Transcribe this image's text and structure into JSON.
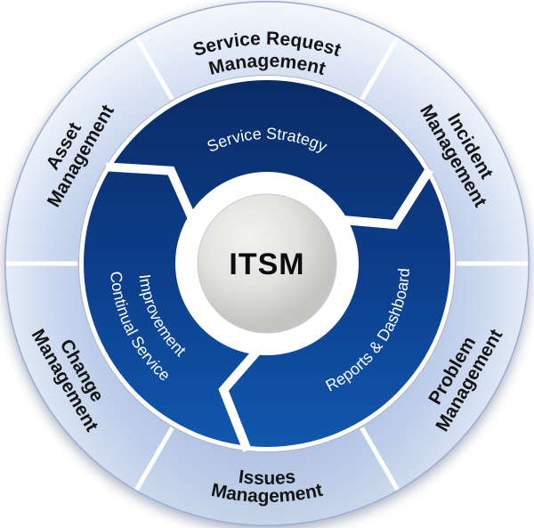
{
  "diagram": {
    "center_label": "ITSM",
    "inner_ring": {
      "segments": [
        {
          "label": "Service Strategy",
          "lines": [
            "Service Strategy"
          ],
          "start": -58,
          "end": 58,
          "text_arc": "cw",
          "line_radii": [
            140
          ]
        },
        {
          "label": "Reports & Dashboard",
          "lines": [
            "Reports & Dashboard"
          ],
          "start": 62,
          "end": 184,
          "text_arc": "ccw",
          "line_radii": [
            160
          ]
        },
        {
          "label": "Continual Service Improvement",
          "lines": [
            "Continual Service",
            "Improvement"
          ],
          "start": 188,
          "end": 300,
          "text_arc": "ccw",
          "line_radii": [
            176,
            144
          ]
        }
      ]
    },
    "outer_ring": {
      "segments": [
        {
          "label": "Service Request Management",
          "lines": [
            "Service Request",
            "Management"
          ],
          "angle": 0,
          "text_style": "arc-top",
          "line_radii": [
            246,
            221
          ]
        },
        {
          "label": "Incident Management",
          "lines": [
            "Incident",
            "Management"
          ],
          "angle": 60,
          "text_style": "rotated"
        },
        {
          "label": "Problem Management",
          "lines": [
            "Problem",
            "Management"
          ],
          "angle": 120,
          "text_style": "rotated"
        },
        {
          "label": "Issues Management",
          "lines": [
            "Issues",
            "Management"
          ],
          "angle": 180,
          "text_style": "arc-bottom",
          "line_radii": [
            248,
            268
          ]
        },
        {
          "label": "Change Management",
          "lines": [
            "Change",
            "Management"
          ],
          "angle": 240,
          "text_style": "rotated"
        },
        {
          "label": "Asset Management",
          "lines": [
            "Asset",
            "Management"
          ],
          "angle": 300,
          "text_style": "rotated"
        }
      ]
    },
    "colors": {
      "dark_ring_top": "#0a2c66",
      "dark_ring_mid": "#0c3f8d",
      "dark_ring_bottom": "#1158ae",
      "light_ring_inner": "#bdcdea",
      "light_ring_mid": "#c9d7f0",
      "light_ring_outer": "#e7eef9",
      "divider": "#ffffff",
      "outer_rim": "#9db0d3",
      "center_fill_light": "#f2f2f0",
      "center_fill_mid": "#e3e3e1",
      "center_fill_dark": "#c5c5c3",
      "label_dark": "#141414",
      "label_light": "#ffffff"
    }
  }
}
